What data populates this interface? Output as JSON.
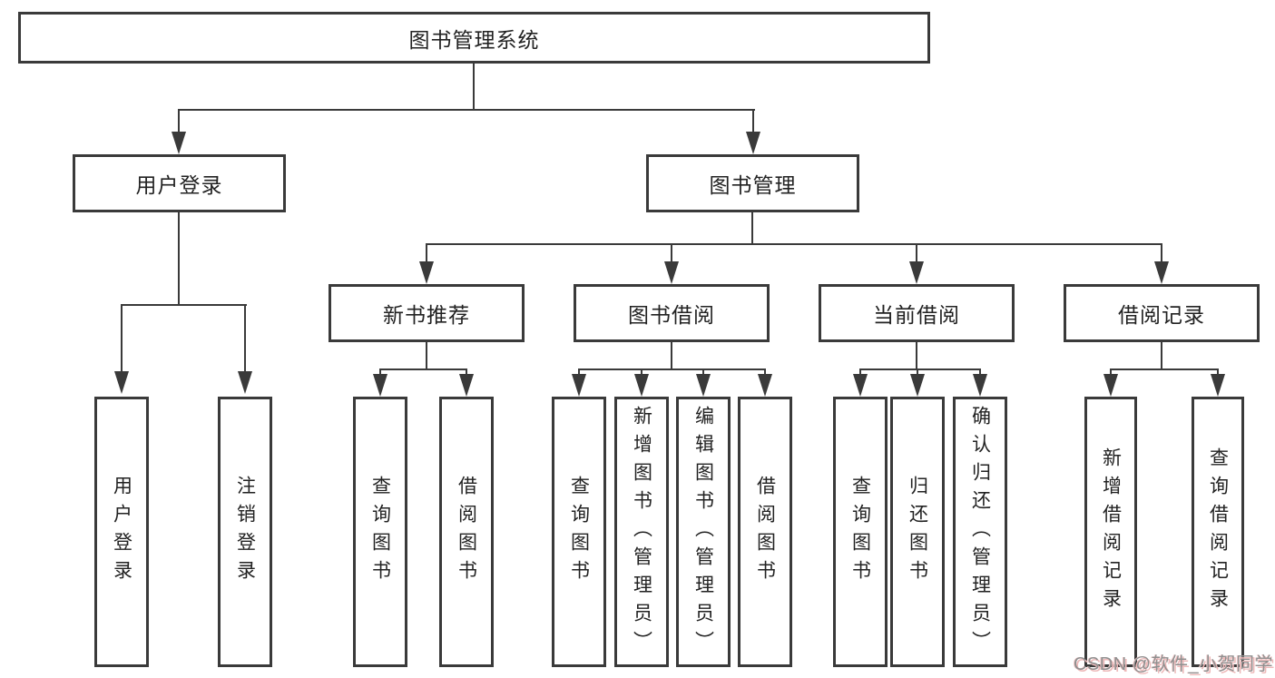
{
  "tree": {
    "root": "图书管理系统",
    "children": [
      {
        "label": "用户登录",
        "children": [
          "用户登录",
          "注销登录"
        ]
      },
      {
        "label": "图书管理",
        "children": [
          {
            "label": "新书推荐",
            "children": [
              "查询图书",
              "借阅图书"
            ]
          },
          {
            "label": "图书借阅",
            "children": [
              "查询图书",
              "新增图书（管理员）",
              "编辑图书（管理员）",
              "借阅图书"
            ]
          },
          {
            "label": "当前借阅",
            "children": [
              "查询图书",
              "归还图书",
              "确认归还（管理员）"
            ]
          },
          {
            "label": "借阅记录",
            "children": [
              "新增借阅记录",
              "查询借阅记录"
            ]
          }
        ]
      }
    ]
  },
  "watermark": "CSDN @软件_小贺同学",
  "colors": {
    "line": "#3a3a3a",
    "text": "#222222",
    "background": "#ffffff",
    "watermark_text": "#8f8f8f",
    "watermark_shadow": "#edb9b9"
  }
}
